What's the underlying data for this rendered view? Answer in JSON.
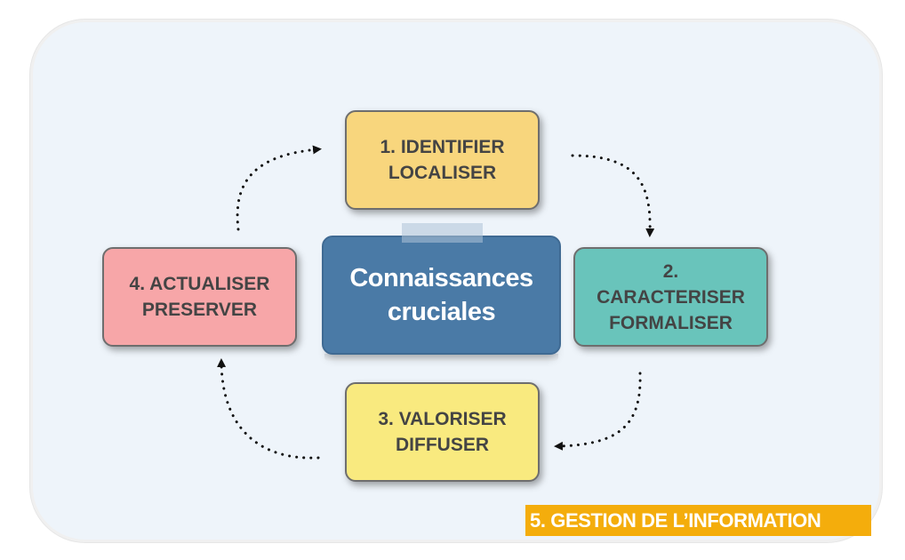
{
  "steps": [
    {
      "id": "step1",
      "lines": [
        "1. IDENTIFIER",
        "LOCALISER"
      ],
      "color": "#f8d67d"
    },
    {
      "id": "step2",
      "lines": [
        "2.",
        "CARACTERISER",
        "FORMALISER"
      ],
      "color": "#69c4bb"
    },
    {
      "id": "step3",
      "lines": [
        "3. VALORISER",
        "DIFFUSER"
      ],
      "color": "#f9ea7f"
    },
    {
      "id": "step4",
      "lines": [
        "4. ACTUALISER",
        "PRESERVER"
      ],
      "color": "#f7a6a8"
    }
  ],
  "center": {
    "lines": [
      "Connaissances",
      "cruciales"
    ],
    "color": "#4a7aa6"
  },
  "tag": {
    "label": "5. GESTION DE L’INFORMATION",
    "color": "#f4ad0c"
  },
  "arrow_icon": "dotted-curved-arrow"
}
